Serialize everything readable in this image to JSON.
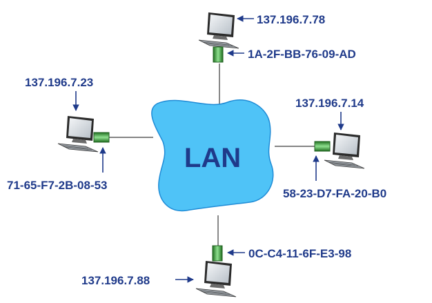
{
  "lan": {
    "label": "LAN",
    "fill_color": "#4fc3f7",
    "stroke_color": "#1e8bd6"
  },
  "label_color": "#1f3a8a",
  "adapter_color": "#2e8b2e",
  "hosts": {
    "top": {
      "ip": "137.196.7.78",
      "mac": "1A-2F-BB-76-09-AD"
    },
    "left": {
      "ip": "137.196.7.23",
      "mac": "71-65-F7-2B-08-53"
    },
    "right": {
      "ip": "137.196.7.14",
      "mac": "58-23-D7-FA-20-B0"
    },
    "bottom": {
      "ip": "137.196.7.88",
      "mac": "0C-C4-11-6F-E3-98"
    }
  }
}
